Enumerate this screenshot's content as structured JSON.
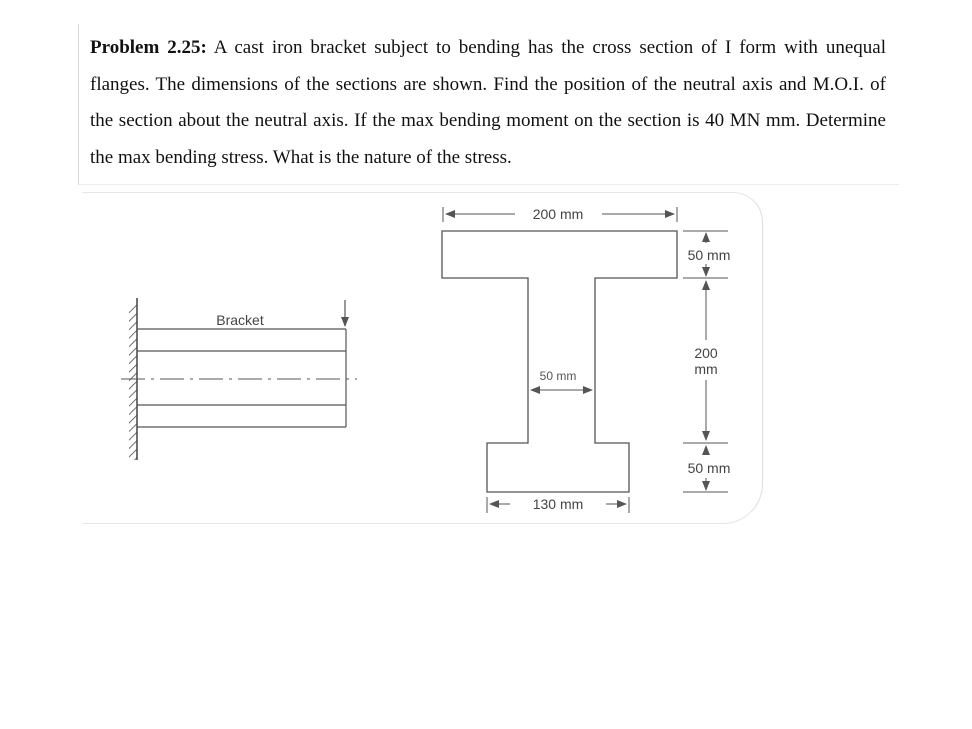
{
  "problem": {
    "heading": "Problem 2.25:",
    "body": " A cast iron bracket subject to bending has the cross section of I form with unequal flanges. The dimensions of the sections are shown. Find the position of the neutral axis and M.O.I.  of the section about the neutral axis. If the max bending moment on the section is 40 MN mm. Determine the max bending stress. What is the nature of the stress."
  },
  "figure": {
    "bracket_label": "Bracket",
    "top_flange_width": "200 mm",
    "top_flange_thickness": "50 mm",
    "web_height_value": "200",
    "web_height_unit": "mm",
    "web_thickness": "50 mm",
    "bottom_flange_thickness": "50 mm",
    "bottom_flange_width": "130 mm",
    "line_color": "#555555"
  }
}
